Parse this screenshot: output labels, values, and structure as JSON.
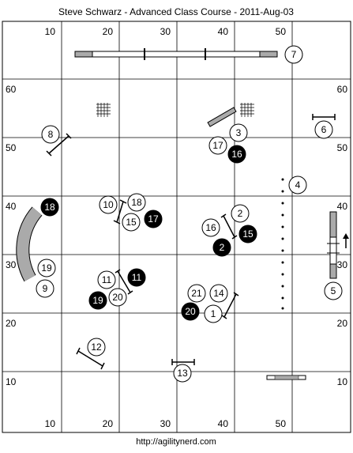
{
  "title": "Steve Schwarz - Advanced Class Course - 2011-Aug-03",
  "footer": "http://agilitynerd.com",
  "axis": {
    "top": [
      "10",
      "20",
      "30",
      "40",
      "50"
    ],
    "bottom": [
      "10",
      "20",
      "30",
      "40",
      "50"
    ],
    "left": [
      "60",
      "50",
      "40",
      "30",
      "20",
      "10"
    ],
    "right": [
      "60",
      "50",
      "40",
      "30",
      "20",
      "10"
    ]
  },
  "markers": [
    {
      "id": "m7",
      "label": "7",
      "style": "white"
    },
    {
      "id": "m6",
      "label": "6",
      "style": "white"
    },
    {
      "id": "m8",
      "label": "8",
      "style": "white"
    },
    {
      "id": "m3",
      "label": "3",
      "style": "white"
    },
    {
      "id": "m17a",
      "label": "17",
      "style": "white"
    },
    {
      "id": "m16a",
      "label": "16",
      "style": "black"
    },
    {
      "id": "m4",
      "label": "4",
      "style": "white"
    },
    {
      "id": "m18a",
      "label": "18",
      "style": "black"
    },
    {
      "id": "m10",
      "label": "10",
      "style": "white"
    },
    {
      "id": "m18b",
      "label": "18",
      "style": "white"
    },
    {
      "id": "m15a",
      "label": "15",
      "style": "white"
    },
    {
      "id": "m17b",
      "label": "17",
      "style": "black"
    },
    {
      "id": "m2a",
      "label": "2",
      "style": "white"
    },
    {
      "id": "m16b",
      "label": "16",
      "style": "white"
    },
    {
      "id": "m15b",
      "label": "15",
      "style": "black"
    },
    {
      "id": "m2b",
      "label": "2",
      "style": "black"
    },
    {
      "id": "m19a",
      "label": "19",
      "style": "white"
    },
    {
      "id": "m9",
      "label": "9",
      "style": "white"
    },
    {
      "id": "m5",
      "label": "5",
      "style": "white"
    },
    {
      "id": "m11a",
      "label": "11",
      "style": "white"
    },
    {
      "id": "m11b",
      "label": "11",
      "style": "black"
    },
    {
      "id": "m19b",
      "label": "19",
      "style": "black"
    },
    {
      "id": "m20a",
      "label": "20",
      "style": "white"
    },
    {
      "id": "m21",
      "label": "21",
      "style": "white"
    },
    {
      "id": "m14",
      "label": "14",
      "style": "white"
    },
    {
      "id": "m20b",
      "label": "20",
      "style": "black"
    },
    {
      "id": "m1",
      "label": "1",
      "style": "white"
    },
    {
      "id": "m12",
      "label": "12",
      "style": "white"
    },
    {
      "id": "m13",
      "label": "13",
      "style": "white"
    }
  ],
  "colors": {
    "grid": "#000000",
    "equipment_fill": "#aaaaaa",
    "marker_black": "#000000",
    "marker_white": "#ffffff"
  }
}
